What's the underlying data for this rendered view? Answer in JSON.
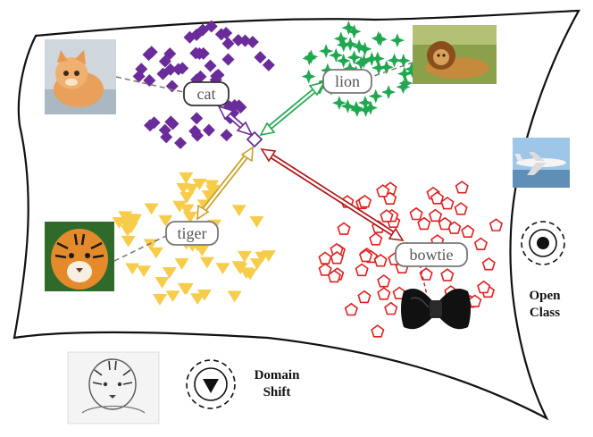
{
  "labels": {
    "cat": "cat",
    "lion": "lion",
    "tiger": "tiger",
    "bowtie": "bowtie"
  },
  "legend": {
    "open_class_line1": "Open",
    "open_class_line2": "Class",
    "domain_shift_line1": "Domain",
    "domain_shift_line2": "Shift"
  },
  "colors": {
    "cat": "#6a2c9a",
    "lion": "#1fa84f",
    "tiger": "#f7cc4a",
    "bowtie": "#e02020",
    "arrow_cat": "#6a2c9a",
    "arrow_lion": "#1fa84f",
    "arrow_tiger": "#c9a021",
    "arrow_bowtie": "#b01818"
  },
  "icons": {
    "cat_photo": "kitten-photo",
    "lion_photo": "lion-photo",
    "tiger_photo": "tiger-photo",
    "airplane_photo": "airplane-photo",
    "bowtie_image": "bowtie-image",
    "tiger_sketch": "tiger-sketch-photo",
    "open_class_marker": "dashed-circle-dot-icon",
    "domain_shift_marker": "dashed-circle-triangle-icon"
  }
}
